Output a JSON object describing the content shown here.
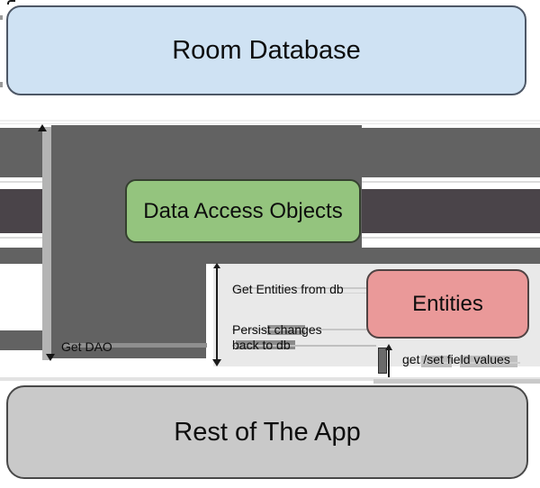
{
  "diagram": {
    "nodes": {
      "room_database": {
        "label": "Room Database",
        "fill": "#cfe2f3"
      },
      "dao": {
        "label": "Data Access Objects",
        "fill": "#94c47e"
      },
      "entities": {
        "label": "Entities",
        "fill": "#ea9999"
      },
      "rest_of_app": {
        "label": "Rest of The App",
        "fill": "#c9c9c9"
      }
    },
    "edge_labels": {
      "get_dao": "Get DAO",
      "get_entities": "Get Entities from db",
      "persist_line1": "Persist changes",
      "persist_line2": "back to db",
      "field_values": "get /set field values"
    },
    "colors": {
      "band_medium": "#626262",
      "band_dark": "#4a4449",
      "thick_arrow_gray": "#b4b4b4",
      "panel_light": "#e9e9e9",
      "text": "#0d0d0d"
    }
  }
}
